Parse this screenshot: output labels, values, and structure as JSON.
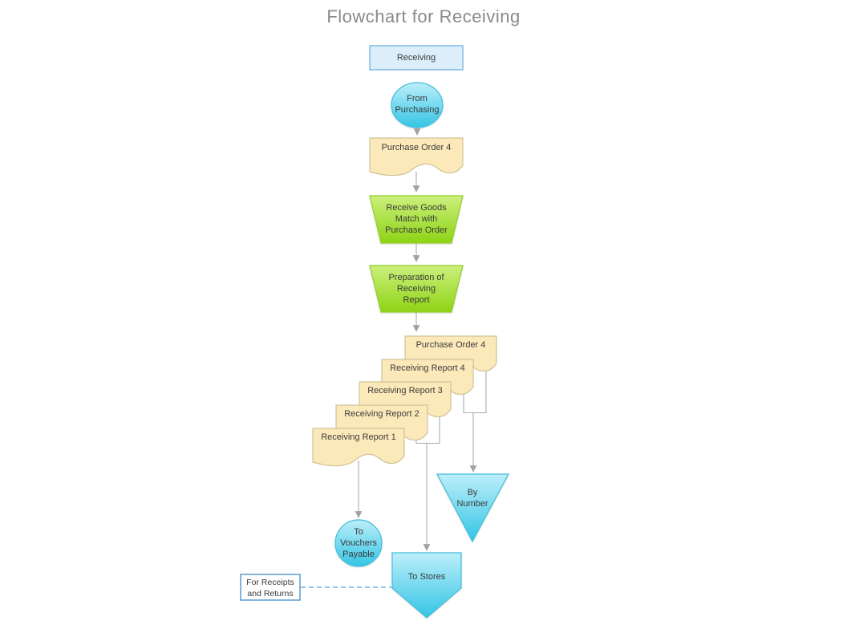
{
  "title": "Flowchart for Receiving",
  "colors": {
    "title_text": "#8a8a8a",
    "node_text": "#3b3b3b",
    "connector": "#ababab",
    "arrowhead": "#a2a2a2",
    "process_fill": "#dbeef9",
    "process_border": "#69abdc",
    "cyan_light": "#bdeefa",
    "cyan_dark": "#33c5e5",
    "cyan_border": "#43bdda",
    "green_light": "#cbf07d",
    "green_dark": "#8ed315",
    "green_border": "#94cd2a",
    "doc_fill": "#fce9ba",
    "doc_border": "#cfc396",
    "note_fill": "#ffffff",
    "note_border": "#4f94d0",
    "dashed_line": "#5b9fd8"
  },
  "nodes": {
    "receiving": {
      "label": "Receiving",
      "shape": "process"
    },
    "from_purchasing": {
      "lines": [
        "From",
        "Purchasing"
      ],
      "shape": "start-terminator"
    },
    "purchase_order_doc": {
      "label": "Purchase Order 4",
      "shape": "document"
    },
    "receive_goods": {
      "lines": [
        "Receive Goods",
        "Match with",
        "Purchase Order"
      ],
      "shape": "manual-operation"
    },
    "preparation": {
      "lines": [
        "Preparation of",
        "Receiving",
        "Report"
      ],
      "shape": "manual-operation"
    },
    "stack": [
      {
        "label": "Purchase Order 4",
        "shape": "document"
      },
      {
        "label": "Receiving Report 4",
        "shape": "document"
      },
      {
        "label": "Receiving Report 3",
        "shape": "document"
      },
      {
        "label": "Receiving Report 2",
        "shape": "document"
      },
      {
        "label": "Receiving Report 1",
        "shape": "document"
      }
    ],
    "by_number": {
      "lines": [
        "By",
        "Number"
      ],
      "shape": "sort-triangle"
    },
    "to_vouchers": {
      "lines": [
        "To",
        "Vouchers",
        "Payable"
      ],
      "shape": "connector-circle"
    },
    "to_stores": {
      "label": "To Stores",
      "shape": "off-page-connector"
    },
    "note": {
      "lines": [
        "For Receipts",
        "and Returns"
      ],
      "shape": "annotation"
    }
  }
}
